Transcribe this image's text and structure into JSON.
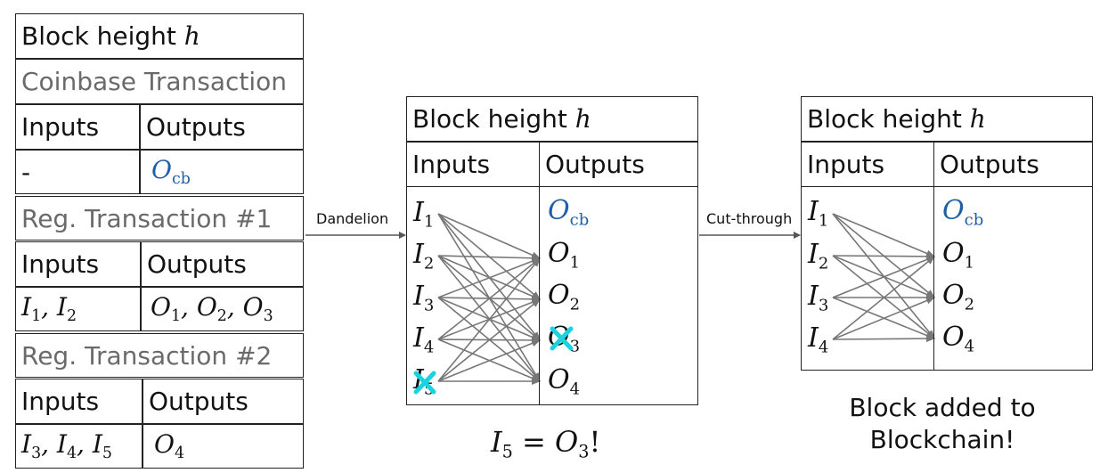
{
  "left_column": {
    "header_prefix": "Block height ",
    "header_var": "h",
    "coinbase": {
      "title": "Coinbase Transaction",
      "inputs_label": "Inputs",
      "outputs_label": "Outputs",
      "input_value": "-",
      "output_letter": "O",
      "output_sub": "cb"
    },
    "tx1": {
      "title": "Reg. Transaction #1",
      "inputs_label": "Inputs",
      "outputs_label": "Outputs",
      "inputs": [
        {
          "l": "I",
          "s": "1"
        },
        {
          "l": "I",
          "s": "2"
        }
      ],
      "outputs": [
        {
          "l": "O",
          "s": "1"
        },
        {
          "l": "O",
          "s": "2"
        },
        {
          "l": "O",
          "s": "3"
        }
      ]
    },
    "tx2": {
      "title": "Reg. Transaction #2",
      "inputs_label": "Inputs",
      "outputs_label": "Outputs",
      "inputs": [
        {
          "l": "I",
          "s": "3"
        },
        {
          "l": "I",
          "s": "4"
        },
        {
          "l": "I",
          "s": "5"
        }
      ],
      "outputs": [
        {
          "l": "O",
          "s": "4"
        }
      ]
    }
  },
  "arrow1_label": "Dandelion",
  "arrow2_label": "Cut-through",
  "middle_block": {
    "header_prefix": "Block height ",
    "header_var": "h",
    "inputs_label": "Inputs",
    "outputs_label": "Outputs",
    "inputs": [
      {
        "l": "I",
        "s": "1"
      },
      {
        "l": "I",
        "s": "2"
      },
      {
        "l": "I",
        "s": "3"
      },
      {
        "l": "I",
        "s": "4"
      },
      {
        "l": "I",
        "s": "5"
      }
    ],
    "outputs": [
      {
        "l": "O",
        "s": "cb"
      },
      {
        "l": "O",
        "s": "1"
      },
      {
        "l": "O",
        "s": "2"
      },
      {
        "l": "O",
        "s": "3"
      },
      {
        "l": "O",
        "s": "4"
      }
    ],
    "equation": {
      "left_l": "I",
      "left_s": "5",
      "eq": " = ",
      "right_l": "O",
      "right_s": "3",
      "tail": "!"
    }
  },
  "right_block": {
    "header_prefix": "Block height ",
    "header_var": "h",
    "inputs_label": "Inputs",
    "outputs_label": "Outputs",
    "inputs": [
      {
        "l": "I",
        "s": "1"
      },
      {
        "l": "I",
        "s": "2"
      },
      {
        "l": "I",
        "s": "3"
      },
      {
        "l": "I",
        "s": "4"
      }
    ],
    "outputs": [
      {
        "l": "O",
        "s": "cb"
      },
      {
        "l": "O",
        "s": "1"
      },
      {
        "l": "O",
        "s": "2"
      },
      {
        "l": "O",
        "s": "4"
      }
    ],
    "caption_line1": "Block added to",
    "caption_line2": "Blockchain!"
  },
  "colors": {
    "accent_blue": "#1f5fa8",
    "cross_cyan": "#19d3e0",
    "edge_gray": "#777777"
  }
}
